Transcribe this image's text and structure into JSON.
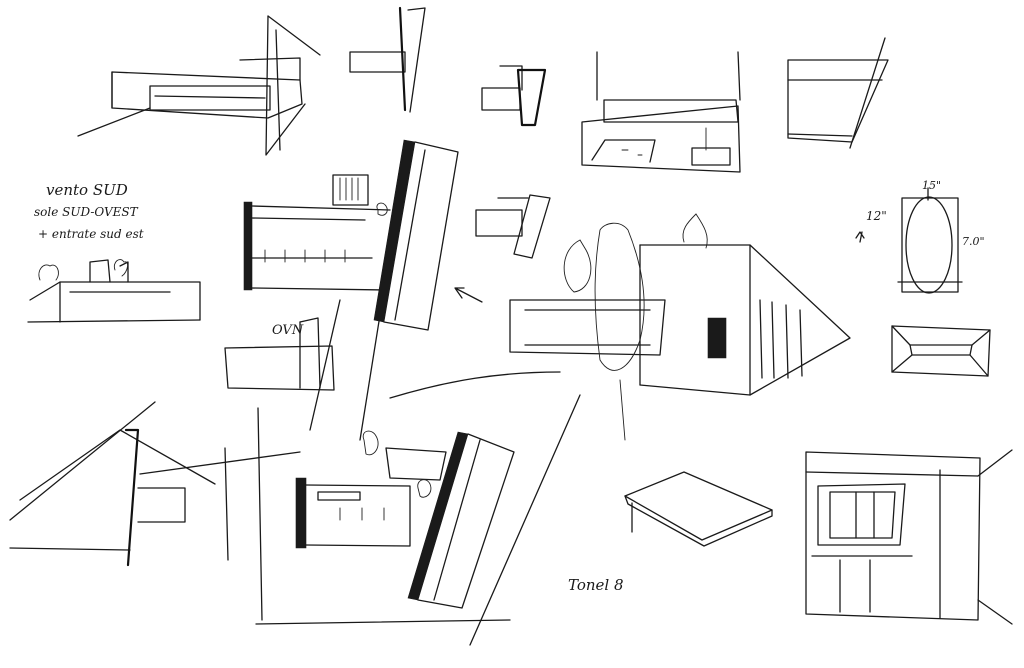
{
  "notes": {
    "vento": "vento SUD",
    "sole": "sole SUD-OVEST",
    "line2": "+ entrate sud est",
    "ovn": "OVN",
    "dim_top": "15\"",
    "dim_left": "12\"",
    "dim_right": "7.0\"",
    "signature": "Tonel 8"
  },
  "ink": {
    "stroke": "#1a1a1a",
    "paper": "#ffffff"
  }
}
